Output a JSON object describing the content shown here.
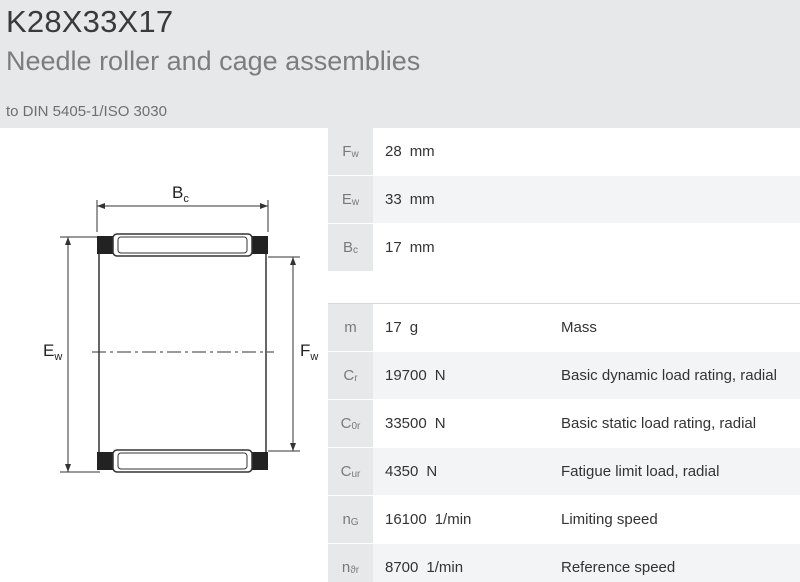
{
  "header": {
    "title": "K28X33X17",
    "subtitle": "Needle roller and cage assemblies",
    "standard": "to DIN 5405-1/ISO 3030"
  },
  "drawing": {
    "label_bc": "B",
    "label_bc_sub": "c",
    "label_ew": "E",
    "label_ew_sub": "w",
    "label_fw": "F",
    "label_fw_sub": "w"
  },
  "dimensions": [
    {
      "sym": "F",
      "sub": "w",
      "value": "28",
      "unit": "mm"
    },
    {
      "sym": "E",
      "sub": "w",
      "value": "33",
      "unit": "mm"
    },
    {
      "sym": "B",
      "sub": "c",
      "value": "17",
      "unit": "mm"
    }
  ],
  "properties": [
    {
      "sym": "m",
      "sub": "",
      "value": "17",
      "unit": "g",
      "desc": "Mass"
    },
    {
      "sym": "C",
      "sub": "r",
      "value": "19700",
      "unit": "N",
      "desc": "Basic dynamic load rating, radial"
    },
    {
      "sym": "C",
      "sub": "0r",
      "value": "33500",
      "unit": "N",
      "desc": "Basic static load rating, radial"
    },
    {
      "sym": "C",
      "sub": "ur",
      "value": "4350",
      "unit": "N",
      "desc": "Fatigue limit load, radial"
    },
    {
      "sym": "n",
      "sub": "G",
      "value": "16100",
      "unit": "1/min",
      "desc": "Limiting speed"
    },
    {
      "sym": "n",
      "sub": "ϑr",
      "value": "8700",
      "unit": "1/min",
      "desc": "Reference speed"
    }
  ]
}
